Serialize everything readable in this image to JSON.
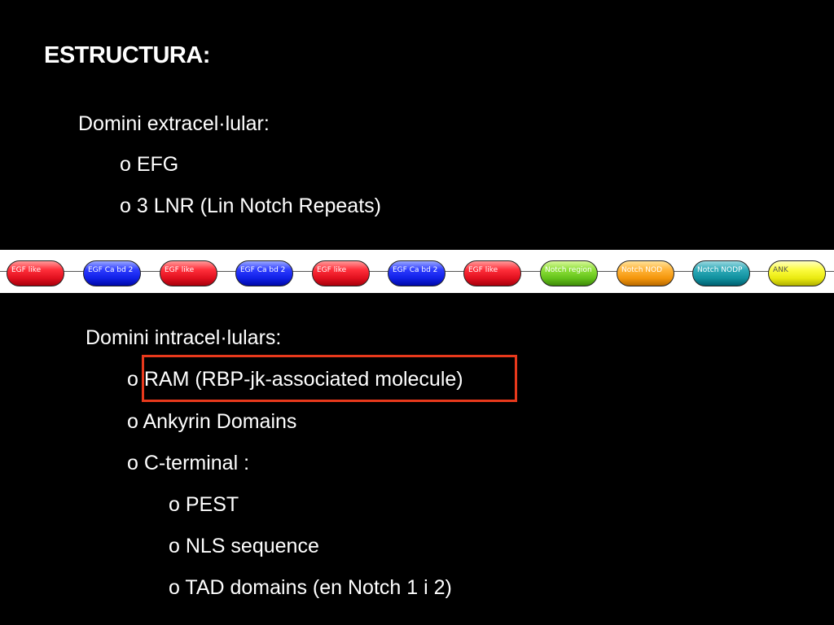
{
  "title": "ESTRUCTURA:",
  "extracellular": {
    "heading": "Domini extracel·lular:",
    "items": [
      "o EFG",
      "o 3 LNR (Lin Notch Repeats)"
    ]
  },
  "domain_strip": {
    "domains": [
      {
        "label": "EGF like",
        "color": "#e0101e"
      },
      {
        "label": "EGF Ca bd 2",
        "color": "#1020e6"
      },
      {
        "label": "EGF like",
        "color": "#e0101e"
      },
      {
        "label": "EGF Ca bd 2",
        "color": "#1020e6"
      },
      {
        "label": "EGF like",
        "color": "#e0101e"
      },
      {
        "label": "EGF Ca bd 2",
        "color": "#1020e6"
      },
      {
        "label": "EGF like",
        "color": "#e0101e"
      },
      {
        "label": "Notch region",
        "color": "#64c21a"
      },
      {
        "label": "Notch NOD",
        "color": "#f4960c"
      },
      {
        "label": "Notch NODP",
        "color": "#10909e"
      },
      {
        "label": "ANK",
        "color": "#eaea10"
      }
    ]
  },
  "intracellular": {
    "heading": "Domini intracel·lulars:",
    "items": [
      "o RAM (RBP-jk-associated molecule)",
      "o Ankyrin Domains",
      "o C-terminal :"
    ],
    "subitems": [
      "o PEST",
      "o NLS sequence",
      "o TAD domains (en Notch 1 i 2)"
    ]
  },
  "highlight_color": "#e8391c"
}
